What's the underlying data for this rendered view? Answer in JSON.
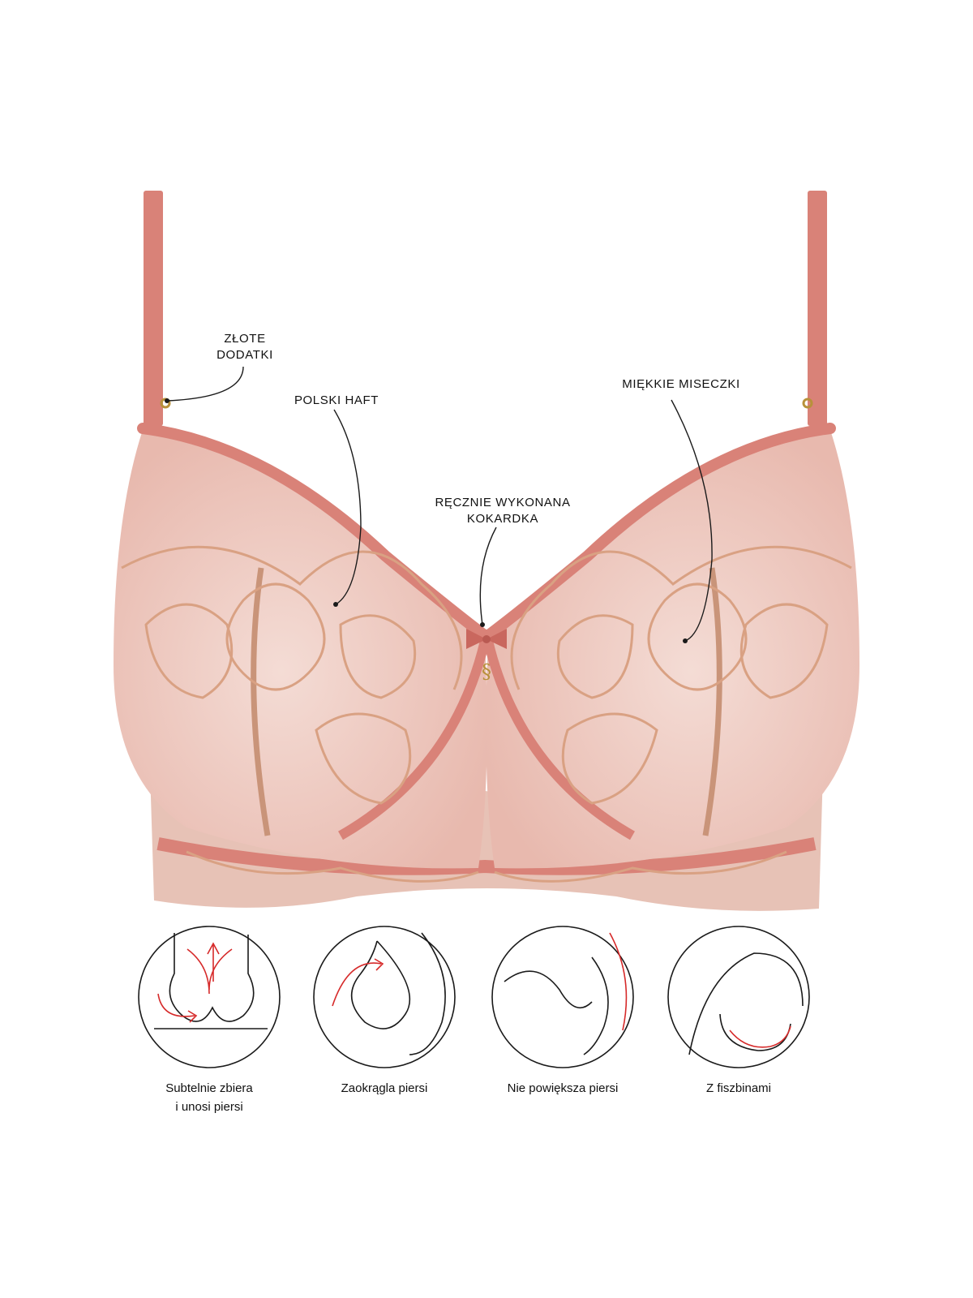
{
  "callouts": {
    "gold": "ZŁOTE\nDODATKI",
    "embroidery": "POLSKI HAFT",
    "bow": "RĘCZNIE WYKONANA\nKOKARDKA",
    "cups": "MIĘKKIE MISECZKI"
  },
  "features": [
    {
      "label": "Subtelnie zbiera\ni unosi piersi",
      "icon": "gather-lift-icon"
    },
    {
      "label": "Zaokrągla piersi",
      "icon": "rounding-icon"
    },
    {
      "label": "Nie powiększa piersi",
      "icon": "no-enlarge-icon"
    },
    {
      "label": "Z fiszbinami",
      "icon": "underwire-icon"
    }
  ],
  "colors": {
    "trim": "#d98278",
    "mesh": "#f1d4cc",
    "embroidery": "#d9a183",
    "accent_red": "#d62a2a"
  }
}
